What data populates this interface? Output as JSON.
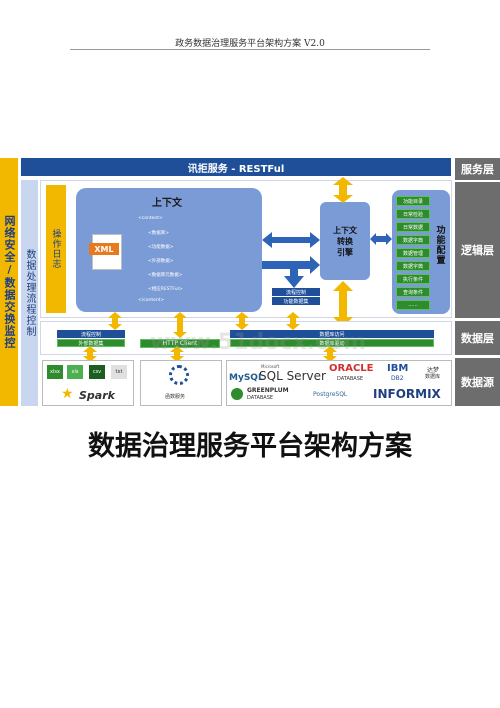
{
  "header": {
    "title": "政务数据治理服务平台架构方案 V2.0"
  },
  "left_labels": {
    "security": "网络安全/数据交换监控",
    "process": "数据处理流程控制"
  },
  "service_bar": {
    "label": "讯拒服务 - RESTFul"
  },
  "layers": {
    "service": "服务层",
    "logic": "逻辑层",
    "data": "数据层",
    "source": "数据源"
  },
  "op_log": {
    "label": "操作日志"
  },
  "context": {
    "title": "上下文",
    "xml": "XML",
    "items": [
      "<content>",
      "<数据库>",
      "<功能数据>",
      "<外部数据>",
      "<数据库元数据>",
      "<相应RESTFul>",
      "</content>"
    ]
  },
  "sub_boxes": {
    "a": "流程控制",
    "b": "功能数据集"
  },
  "engine": {
    "line1": "上下文",
    "line2": "转换",
    "line3": "引擎"
  },
  "func_config": {
    "label": "功能配置",
    "items": [
      "功能目录",
      "日常检验",
      "日常数据",
      "数据字典",
      "数据管理",
      "数据字典",
      "执行条件",
      "查询条件",
      "......"
    ]
  },
  "data_layer": {
    "left_top": "流程控制",
    "left_bottom": "外部数据集",
    "middle": "HTTP Client",
    "right_top": "数据库访问",
    "right_bottom": "数据库驱动"
  },
  "source": {
    "files": [
      "xlsx",
      "xls",
      "csv",
      "txt"
    ],
    "spark": "Spark",
    "interface": "函数服务",
    "mysql": "MySQL",
    "sqlserver_top": "Microsoft",
    "sqlserver": "SQL Server",
    "oracle": "ORACLE",
    "oracle_sub": "DATABASE",
    "ibm": "IBM",
    "db2": "DB2",
    "dameng": "达梦",
    "dameng_sub": "数据库",
    "greenplum": "GREENPLUM",
    "greenplum_sub": "DATABASE",
    "postgres": "PostgreSQL",
    "informix": "INFORMIX"
  },
  "watermark": "www.51docx.com",
  "doc_title": "数据治理服务平台架构方案",
  "colors": {
    "navy": "#1f4f99",
    "gray": "#6d6d6d",
    "yellow": "#f2b800",
    "context": "#7b9bd6",
    "green": "#2e8b2e"
  }
}
